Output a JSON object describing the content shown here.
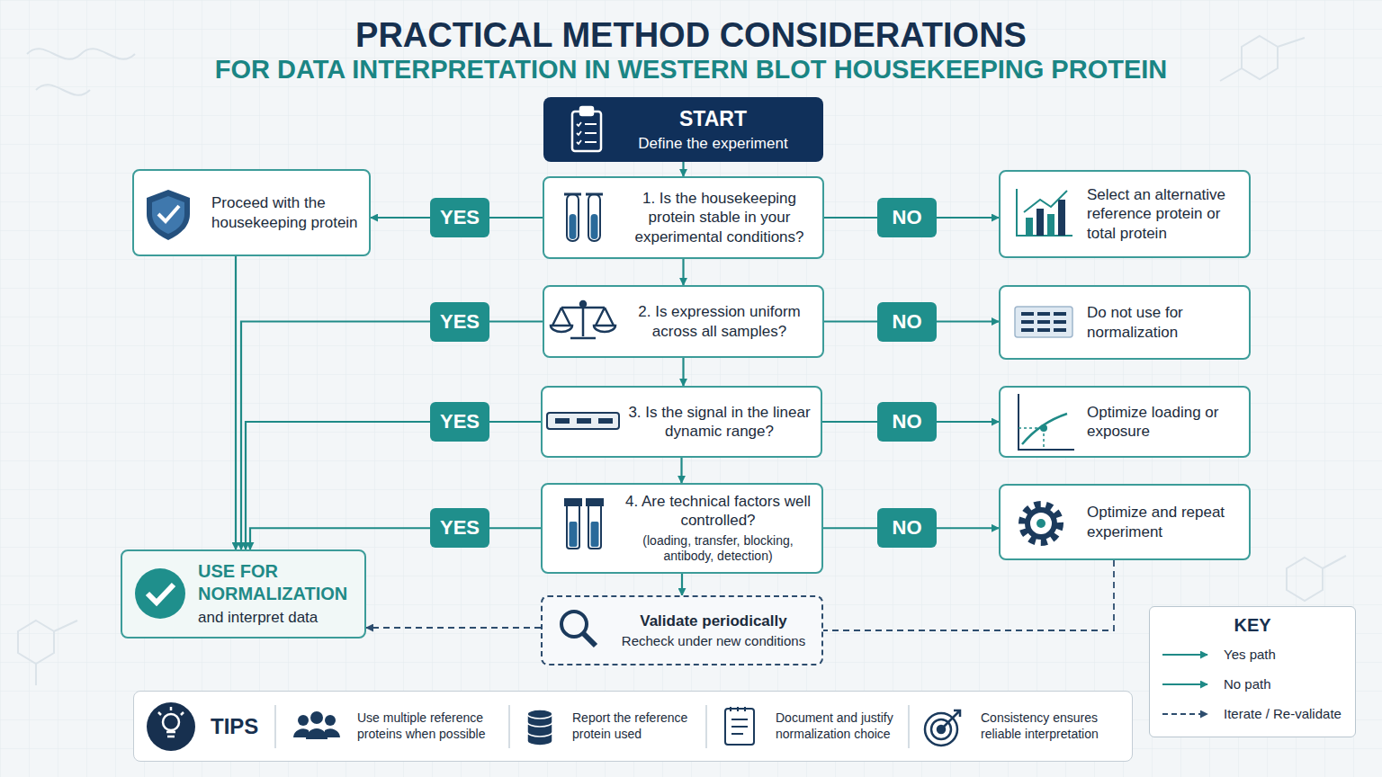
{
  "diagram": {
    "title": "PRACTICAL METHOD CONSIDERATIONS",
    "nodes": [
      {
        "text": [
          "START",
          "Define the experiment"
        ]
      },
      {
        "text": [
          "Proceed with the housekeeping protein"
        ]
      },
      {
        "text": [
          "1. Is the housekeeping protein stable in your experimental conditions?"
        ]
      },
      {
        "text": [
          "Select an alternative reference protein or total protein"
        ]
      },
      {
        "text": [
          "2. Is expression uniform across all samples?"
        ]
      },
      {
        "text": [
          "Do not use for normalization"
        ]
      },
      {
        "text": [
          "3. Is the signal in the linear dynamic range?"
        ]
      },
      {
        "text": [
          "Optimize loading or exposure"
        ]
      },
      {
        "text": [
          "4. Are technical factors well controlled?",
          "(loading, transfer, blocking, antibody, detection)"
        ]
      },
      {
        "text": [
          "USE FOR NORMALIZATION",
          "and interpret data"
        ]
      },
      {
        "text": [
          "Optimize and repeat experiment"
        ]
      },
      {
        "text": [
          "Validate periodically",
          "Recheck under new conditions"
        ]
      },
      {
        "text": [
          "TIPS",
          "Use multiple reference proteins when possible",
          "Report the reference protein used",
          "Document and justify normalization choice",
          "Consistency ensures reliable interpretation"
        ]
      }
    ],
    "edges": [
      {
        "from": 0,
        "to": 2,
        "arrow": "to"
      },
      {
        "from": 2,
        "to": 1,
        "label": "YES",
        "arrow": "to"
      },
      {
        "from": 2,
        "to": 3,
        "label": "NO",
        "arrow": "to"
      },
      {
        "from": 2,
        "to": 4,
        "arrow": "to"
      },
      {
        "from": 4,
        "to": 9,
        "label": "YES",
        "arrow": "to"
      },
      {
        "from": 4,
        "to": 5,
        "label": "NO",
        "arrow": "to"
      },
      {
        "from": 4,
        "to": 6,
        "arrow": "to"
      },
      {
        "from": 6,
        "to": 9,
        "label": "YES",
        "arrow": "to"
      },
      {
        "from": 6,
        "to": 7,
        "label": "NO",
        "arrow": "to"
      },
      {
        "from": 6,
        "to": 8,
        "arrow": "to"
      },
      {
        "from": 8,
        "to": 9,
        "label": "YES",
        "arrow": "to"
      },
      {
        "from": 8,
        "to": 10,
        "label": "NO",
        "arrow": "to"
      },
      {
        "from": 8,
        "to": 11,
        "arrow": "to"
      },
      {
        "from": 1,
        "to": 9,
        "arrow": "to"
      },
      {
        "from": 11,
        "to": 9,
        "arrow": "to"
      },
      {
        "from": 10,
        "to": 11,
        "arrow": "none"
      }
    ],
    "labels": [
      "FOR DATA INTERPRETATION IN WESTERN BLOT HOUSEKEEPING PROTEIN",
      "KEY"
    ],
    "legend": [
      {
        "text": "Yes path"
      },
      {
        "text": "No path"
      },
      {
        "text": "Iterate / Re-validate"
      }
    ]
  }
}
